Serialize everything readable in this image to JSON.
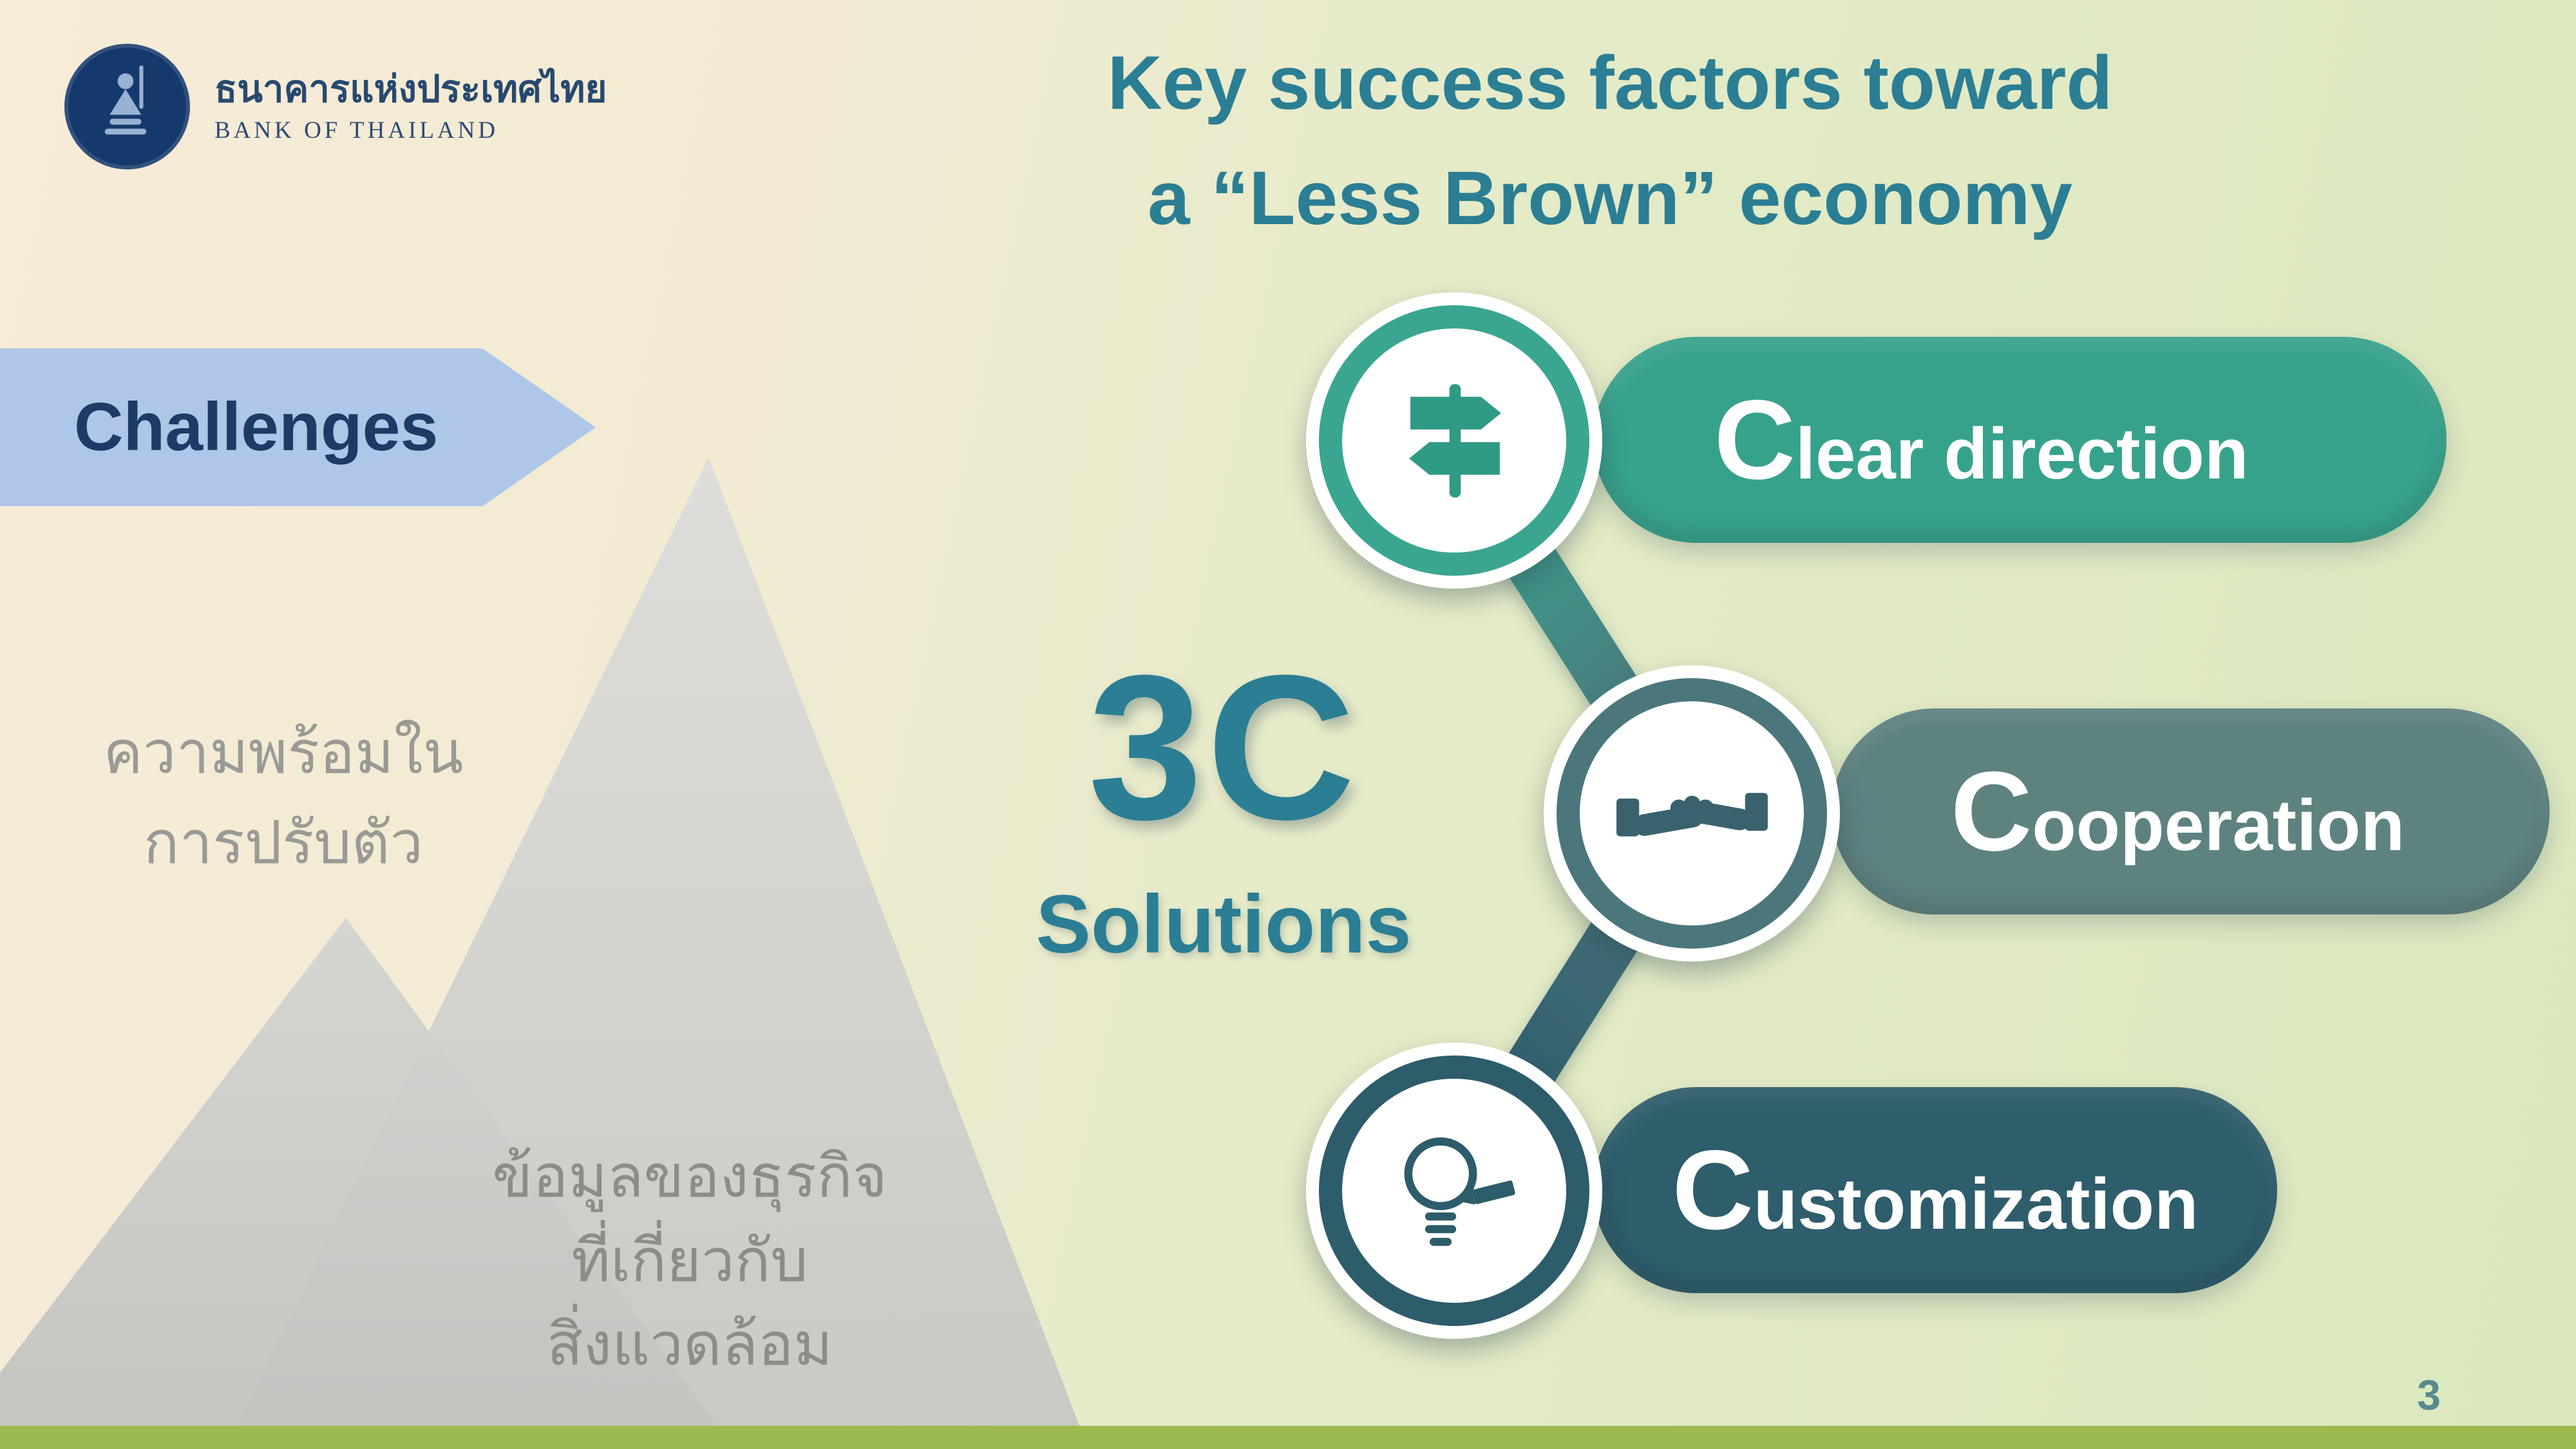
{
  "header": {
    "logo": {
      "name_thai": "ธนาคารแห่งประเทศไทย",
      "name_en": "BANK OF THAILAND"
    },
    "title_line1": "Key success factors toward",
    "title_line2": "a “Less Brown” economy"
  },
  "challenges": {
    "label": "Challenges",
    "items": [
      {
        "lines": [
          "ความพร้อมใน",
          "การปรับตัว"
        ]
      },
      {
        "lines": [
          "ข้อมูลของธุรกิจ",
          "ที่เกี่ยวกับ",
          "สิ่งแวดล้อม"
        ]
      }
    ]
  },
  "solutions": {
    "heading": "3C",
    "subheading": "Solutions",
    "items": [
      {
        "initial": "C",
        "rest": "lear direction",
        "icon": "signpost-icon"
      },
      {
        "initial": "C",
        "rest": "ooperation",
        "icon": "handshake-icon"
      },
      {
        "initial": "C",
        "rest": "ustomization",
        "icon": "lightbulb-pencil-icon"
      }
    ]
  },
  "footer": {
    "page_number": "3"
  },
  "colors": {
    "title_teal": "#2b7e93",
    "banner_bg": "#aec7e8",
    "banner_text": "#1e3a66",
    "logo_navy": "#16396d",
    "pill_clear": "#37a28c",
    "pill_coop": "#5e8280",
    "pill_custom": "#2e5d6c",
    "ring_clear": "#3aa691",
    "ring_coop": "#4b767c",
    "ring_custom": "#2d5c6b",
    "bar_green": "#9cba50"
  }
}
